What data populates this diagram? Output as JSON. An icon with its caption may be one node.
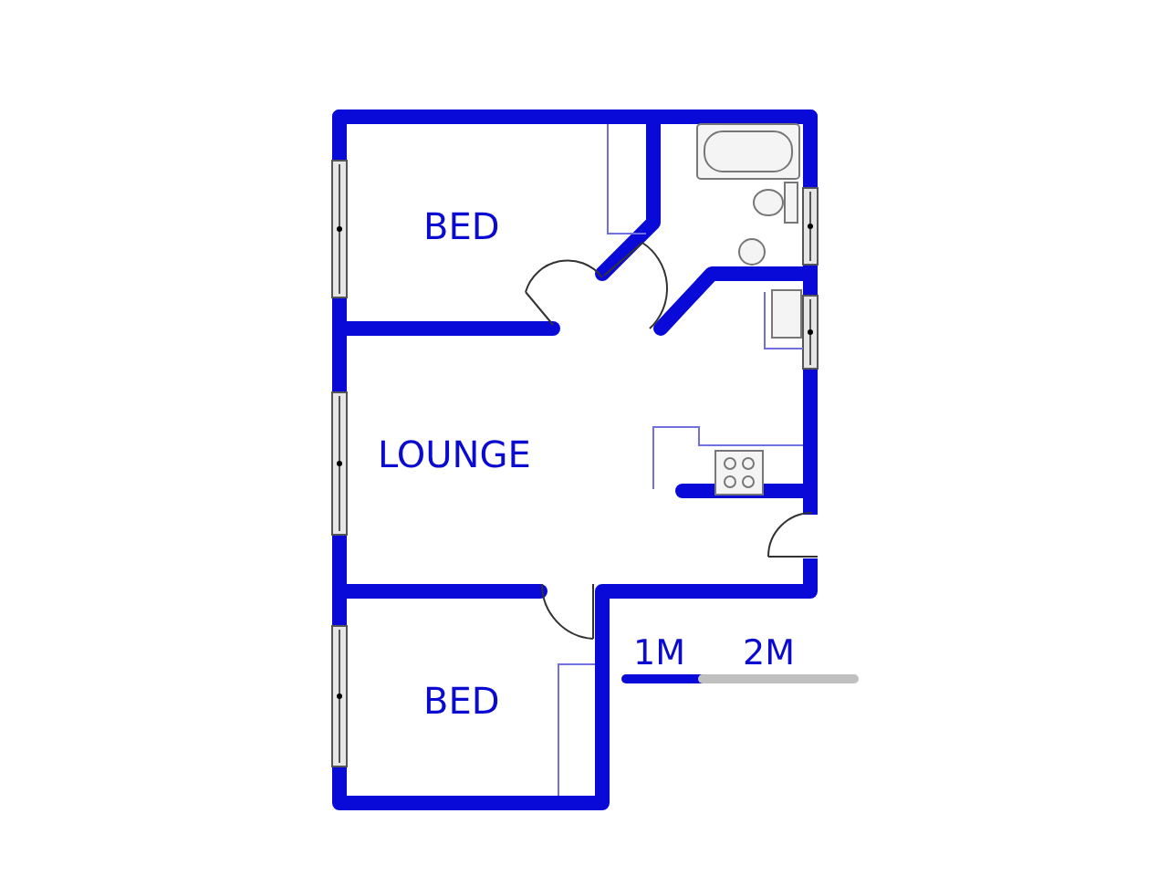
{
  "diagram": {
    "labels": [
      "BED",
      "LOUNGE",
      "BED",
      "1M",
      "2M"
    ]
  }
}
